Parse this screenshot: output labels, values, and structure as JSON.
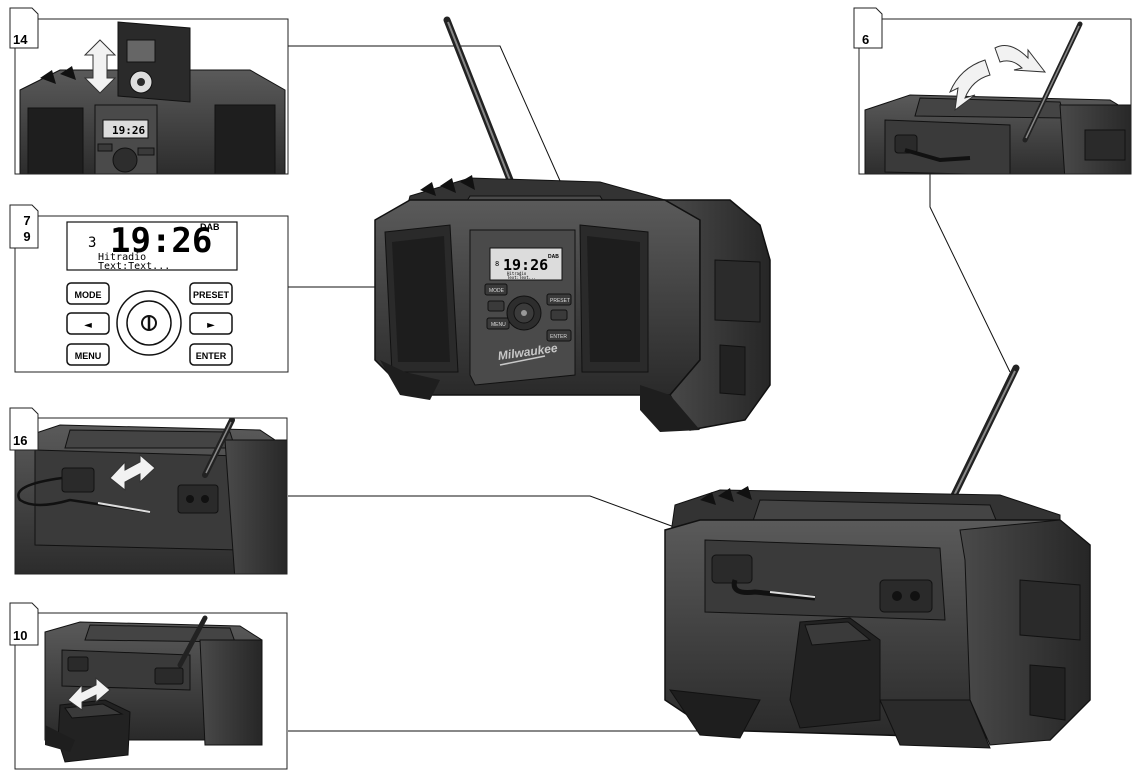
{
  "panels": {
    "p14": {
      "number": "14",
      "display_time": "19:26"
    },
    "p79": {
      "number_top": "7",
      "number_bottom": "9",
      "display": {
        "preset_number": "3",
        "time": "19:26",
        "band": "DAB",
        "line1": "Hitradio",
        "line2": "Text:Text..."
      },
      "buttons": {
        "mode": "MODE",
        "preset": "PRESET",
        "menu": "MENU",
        "enter": "ENTER",
        "left": "◄",
        "right": "►"
      }
    },
    "p16": {
      "number": "16"
    },
    "p10": {
      "number": "10"
    },
    "p6": {
      "number": "6"
    }
  },
  "radio_front": {
    "brand": "Milwaukee",
    "display": {
      "preset_number": "8",
      "time": "19:26",
      "band": "DAB",
      "line1": "Hitradio",
      "line2": "Text:Text..."
    },
    "buttons": {
      "mode": "MODE",
      "preset": "PRESET",
      "menu": "MENU",
      "enter": "ENTER"
    }
  },
  "colors": {
    "body": "#3c3c3c",
    "body_dark": "#1e1e1e",
    "body_light": "#6a6a6a",
    "line": "#111111"
  }
}
